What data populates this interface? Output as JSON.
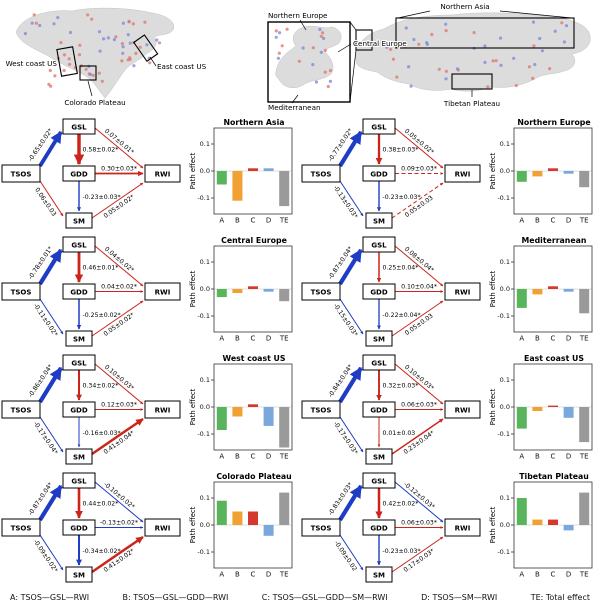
{
  "maps": {
    "left": {
      "labels": [
        "West coast US",
        "East coast US",
        "Colorado Plateau"
      ]
    },
    "right": {
      "labels": [
        "Northern Europe",
        "Northern Asia",
        "Central Europe",
        "Mediterranean",
        "Tibetan Plateau"
      ]
    }
  },
  "nodes": [
    "TSOS",
    "GSL",
    "GDD",
    "SM",
    "RWI"
  ],
  "chart_axis": {
    "ylabel": "Path effect",
    "yticks": [
      "0.1",
      "0.0",
      "-0.1"
    ],
    "categories": [
      "A",
      "B",
      "C",
      "D",
      "TE"
    ],
    "ylim": [
      -0.15,
      0.15
    ]
  },
  "colors": {
    "positive": "#cc2418",
    "negative": "#1f3cc4",
    "bars": [
      "#58b55c",
      "#f0a132",
      "#d6382e",
      "#7aa8dd",
      "#9a9a9a"
    ],
    "dot_red": "#e07a72",
    "dot_blue": "#7e8cdf",
    "land": "#dcdcdc"
  },
  "panels": [
    {
      "region": "Northern Asia",
      "edges": {
        "tsos_gsl": "-0.65±0.02*",
        "gsl_rwi": "0.07±0.01*",
        "gsl_gdd": "0.58±0.02*",
        "gdd_rwi": "0.30±0.03*",
        "gdd_sm": "-0.23±0.03*",
        "tsos_sm": "0.06±0.03",
        "sm_rwi": "0.05±0.02*"
      },
      "dashed": []
    },
    {
      "region": "Northern Europe",
      "edges": {
        "tsos_gsl": "-0.77±0.02*",
        "gsl_rwi": "0.05±0.02*",
        "gsl_gdd": "0.38±0.03*",
        "gdd_rwi": "0.09±0.03*",
        "gdd_sm": "-0.23±0.03*",
        "tsos_sm": "-0.13±0.03*",
        "sm_rwi": "0.05±0.03"
      },
      "dashed": [
        "gdd_rwi",
        "sm_rwi"
      ]
    },
    {
      "region": "Central Europe",
      "edges": {
        "tsos_gsl": "-0.78±0.01*",
        "gsl_rwi": "0.04±0.02*",
        "gsl_gdd": "0.46±0.01*",
        "gdd_rwi": "0.04±0.02*",
        "gdd_sm": "-0.25±0.02*",
        "tsos_sm": "-0.11±0.02*",
        "sm_rwi": "0.05±0.02*"
      },
      "dashed": []
    },
    {
      "region": "Mediterranean",
      "edges": {
        "tsos_gsl": "-0.87±0.04*",
        "gsl_rwi": "0.08±0.04*",
        "gsl_gdd": "0.25±0.04*",
        "gdd_rwi": "0.10±0.04*",
        "gdd_sm": "-0.22±0.04*",
        "tsos_sm": "-0.15±0.03*",
        "sm_rwi": "0.05±0.03"
      },
      "dashed": []
    },
    {
      "region": "West coast US",
      "edges": {
        "tsos_gsl": "-0.86±0.04*",
        "gsl_rwi": "0.10±0.03*",
        "gsl_gdd": "0.34±0.02*",
        "gdd_rwi": "0.12±0.03*",
        "gdd_sm": "-0.16±0.03*",
        "tsos_sm": "-0.17±0.04*",
        "sm_rwi": "0.41±0.04*"
      },
      "dashed": []
    },
    {
      "region": "East coast US",
      "edges": {
        "tsos_gsl": "-0.84±0.04*",
        "gsl_rwi": "0.10±0.03*",
        "gsl_gdd": "0.32±0.03*",
        "gdd_rwi": "0.06±0.03*",
        "gdd_sm": "0.01±0.03",
        "tsos_sm": "-0.17±0.03*",
        "sm_rwi": "0.23±0.04*"
      },
      "dashed": []
    },
    {
      "region": "Colorado Plateau",
      "edges": {
        "tsos_gsl": "-0.87±0.04*",
        "gsl_rwi": "-0.10±0.02*",
        "gsl_gdd": "0.44±0.02*",
        "gdd_rwi": "-0.13±0.02*",
        "gdd_sm": "-0.34±0.02*",
        "tsos_sm": "-0.09±0.02*",
        "sm_rwi": "0.41±0.02*"
      },
      "dashed": []
    },
    {
      "region": "Tibetan Plateau",
      "edges": {
        "tsos_gsl": "-0.83±0.03*",
        "gsl_rwi": "-0.12±0.03*",
        "gsl_gdd": "0.42±0.02*",
        "gdd_rwi": "0.06±0.03*",
        "gdd_sm": "-0.23±0.03*",
        "tsos_sm": "-0.09±0.02",
        "sm_rwi": "0.17±0.03*"
      },
      "dashed": []
    }
  ],
  "chart_data": [
    {
      "type": "bar",
      "title": "Northern Asia",
      "categories": [
        "A",
        "B",
        "C",
        "D",
        "TE"
      ],
      "values": [
        -0.05,
        -0.11,
        0.01,
        0.01,
        -0.13
      ],
      "ylabel": "Path effect",
      "ylim": [
        -0.15,
        0.15
      ]
    },
    {
      "type": "bar",
      "title": "Northern Europe",
      "categories": [
        "A",
        "B",
        "C",
        "D",
        "TE"
      ],
      "values": [
        -0.04,
        -0.02,
        0.01,
        -0.01,
        -0.06
      ],
      "ylabel": "Path effect",
      "ylim": [
        -0.15,
        0.15
      ]
    },
    {
      "type": "bar",
      "title": "Central Europe",
      "categories": [
        "A",
        "B",
        "C",
        "D",
        "TE"
      ],
      "values": [
        -0.03,
        -0.015,
        0.01,
        -0.01,
        -0.045
      ],
      "ylabel": "Path effect",
      "ylim": [
        -0.15,
        0.15
      ]
    },
    {
      "type": "bar",
      "title": "Mediterranean",
      "categories": [
        "A",
        "B",
        "C",
        "D",
        "TE"
      ],
      "values": [
        -0.07,
        -0.02,
        0.01,
        -0.01,
        -0.09
      ],
      "ylabel": "Path effect",
      "ylim": [
        -0.15,
        0.15
      ]
    },
    {
      "type": "bar",
      "title": "West coast US",
      "categories": [
        "A",
        "B",
        "C",
        "D",
        "TE"
      ],
      "values": [
        -0.085,
        -0.035,
        0.01,
        -0.07,
        -0.15
      ],
      "ylabel": "Path effect",
      "ylim": [
        -0.15,
        0.15
      ]
    },
    {
      "type": "bar",
      "title": "East coast US",
      "categories": [
        "A",
        "B",
        "C",
        "D",
        "TE"
      ],
      "values": [
        -0.08,
        -0.015,
        0.005,
        -0.04,
        -0.13
      ],
      "ylabel": "Path effect",
      "ylim": [
        -0.15,
        0.15
      ]
    },
    {
      "type": "bar",
      "title": "Colorado Plateau",
      "categories": [
        "A",
        "B",
        "C",
        "D",
        "TE"
      ],
      "values": [
        0.09,
        0.05,
        0.05,
        -0.04,
        0.12
      ],
      "ylabel": "Path effect",
      "ylim": [
        -0.15,
        0.15
      ]
    },
    {
      "type": "bar",
      "title": "Tibetan Plateau",
      "categories": [
        "A",
        "B",
        "C",
        "D",
        "TE"
      ],
      "values": [
        0.1,
        0.02,
        0.02,
        -0.02,
        0.12
      ],
      "ylabel": "Path effect",
      "ylim": [
        -0.15,
        0.15
      ]
    }
  ],
  "legend": {
    "items": [
      "A: TSOS—GSL—RWI",
      "B: TSOS—GSL—GDD—RWI",
      "C: TSOS—GSL—GDD—SM—RWI",
      "D: TSOS—SM—RWI",
      "TE: Total effect"
    ]
  }
}
